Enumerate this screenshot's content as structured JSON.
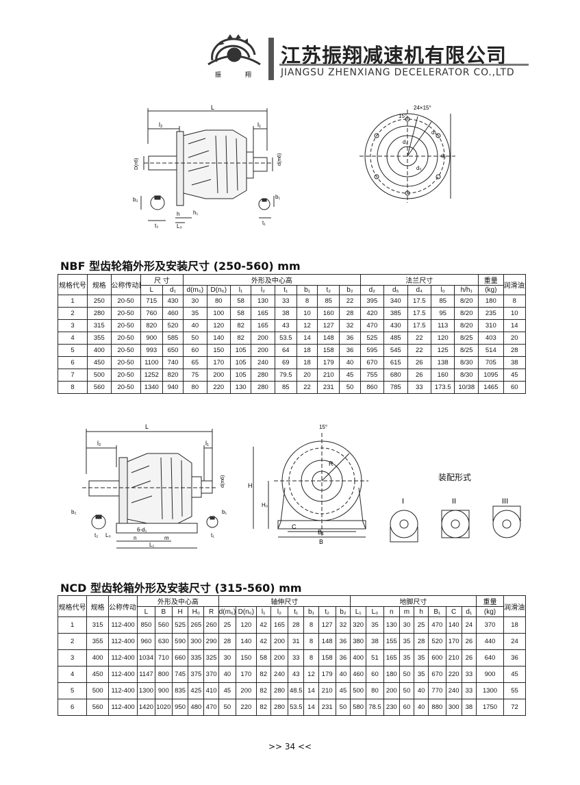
{
  "company": {
    "name_cn": "江苏振翔减速机有限公司",
    "name_en": "JIANGSU ZHENXIANG DECELERATOR CO.,LTD",
    "logo_chars": [
      "振",
      "翔"
    ]
  },
  "drawing1": {
    "L": "L",
    "l2": "l₂",
    "l1": "l₁",
    "D": "D(n6)",
    "d": "d(m6)",
    "b2": "b₂",
    "t2": "t₂",
    "h": "h",
    "L0": "L₀",
    "h1": "h₁",
    "b1": "b₁",
    "t1": "t₁",
    "angle_a": "15°",
    "angle_b": "24×15°",
    "d4": "d₄",
    "d5": "d₅",
    "d2": "d₂",
    "d1": "d₁"
  },
  "table1": {
    "title": "NBF 型齿轮箱外形及安装尺寸 (250-560) mm",
    "groups": [
      "规格代号",
      "规格",
      "公称传动比",
      "尺 寸",
      "外形及中心高",
      "法兰尺寸",
      "重量",
      "润滑油量"
    ],
    "weight_unit": "(kg)",
    "subheaders": [
      "L",
      "d₁",
      "d(m₆)",
      "D(n₆)",
      "l₁",
      "l₂",
      "t₁",
      "b₁",
      "t₂",
      "b₂",
      "d₂",
      "d₅",
      "d₄",
      "l₀",
      "h/h₁"
    ],
    "rows": [
      [
        "1",
        "250",
        "20-50",
        "715",
        "430",
        "30",
        "80",
        "58",
        "130",
        "33",
        "8",
        "85",
        "22",
        "395",
        "340",
        "17.5",
        "85",
        "8/20",
        "180",
        "8"
      ],
      [
        "2",
        "280",
        "20-50",
        "760",
        "460",
        "35",
        "100",
        "58",
        "165",
        "38",
        "10",
        "160",
        "28",
        "420",
        "385",
        "17.5",
        "95",
        "8/20",
        "235",
        "10"
      ],
      [
        "3",
        "315",
        "20-50",
        "820",
        "520",
        "40",
        "120",
        "82",
        "165",
        "43",
        "12",
        "127",
        "32",
        "470",
        "430",
        "17.5",
        "113",
        "8/20",
        "310",
        "14"
      ],
      [
        "4",
        "355",
        "20-50",
        "900",
        "585",
        "50",
        "140",
        "82",
        "200",
        "53.5",
        "14",
        "148",
        "36",
        "525",
        "485",
        "22",
        "120",
        "8/25",
        "403",
        "20"
      ],
      [
        "5",
        "400",
        "20-50",
        "993",
        "650",
        "60",
        "150",
        "105",
        "200",
        "64",
        "18",
        "158",
        "36",
        "595",
        "545",
        "22",
        "125",
        "8/25",
        "514",
        "28"
      ],
      [
        "6",
        "450",
        "20-50",
        "1100",
        "740",
        "65",
        "170",
        "105",
        "240",
        "69",
        "18",
        "179",
        "40",
        "670",
        "615",
        "26",
        "138",
        "8/30",
        "705",
        "38"
      ],
      [
        "7",
        "500",
        "20-50",
        "1252",
        "820",
        "75",
        "200",
        "105",
        "280",
        "79.5",
        "20",
        "210",
        "45",
        "755",
        "680",
        "26",
        "160",
        "8/30",
        "1095",
        "45"
      ],
      [
        "8",
        "560",
        "20-50",
        "1340",
        "940",
        "80",
        "220",
        "130",
        "280",
        "85",
        "22",
        "231",
        "50",
        "860",
        "785",
        "33",
        "173.5",
        "10/38",
        "1465",
        "60"
      ]
    ]
  },
  "drawing2": {
    "L": "L",
    "l2": "l₂",
    "l1": "l₁",
    "d": "d(m6)",
    "b2": "b₂",
    "t2": "t₂",
    "L0": "L₀",
    "n": "n",
    "m": "m",
    "L1": "L₁",
    "bolt": "6-d₁",
    "b1": "b₁",
    "t1": "t₁",
    "angle": "15°",
    "R": "R",
    "H": "H",
    "H0": "H₀",
    "C": "C",
    "B1": "B₁",
    "B": "B",
    "assembly_title": "装配形式",
    "forms": [
      "I",
      "II",
      "III"
    ]
  },
  "table2": {
    "title": "NCD 型齿轮箱外形及安装尺寸 (315-560) mm",
    "groups": [
      "规格代号",
      "规格",
      "公称传动比",
      "外形及中心高",
      "轴伸尺寸",
      "地脚尺寸",
      "重量",
      "润滑油量"
    ],
    "weight_unit": "(kg)",
    "subheaders": [
      "L",
      "B",
      "H",
      "H₀",
      "R",
      "d(m₆)",
      "D(n₆)",
      "l₁",
      "l₂",
      "t₁",
      "b₁",
      "t₂",
      "b₂",
      "L₁",
      "L₀",
      "n",
      "m",
      "h",
      "B₁",
      "C",
      "d₁"
    ],
    "rows": [
      [
        "1",
        "315",
        "112-400",
        "850",
        "560",
        "525",
        "265",
        "260",
        "25",
        "120",
        "42",
        "165",
        "28",
        "8",
        "127",
        "32",
        "320",
        "35",
        "130",
        "30",
        "25",
        "470",
        "140",
        "24",
        "370",
        "18"
      ],
      [
        "2",
        "355",
        "112-400",
        "960",
        "630",
        "590",
        "300",
        "290",
        "28",
        "140",
        "42",
        "200",
        "31",
        "8",
        "148",
        "36",
        "380",
        "38",
        "155",
        "35",
        "28",
        "520",
        "170",
        "26",
        "440",
        "24"
      ],
      [
        "3",
        "400",
        "112-400",
        "1034",
        "710",
        "660",
        "335",
        "325",
        "30",
        "150",
        "58",
        "200",
        "33",
        "8",
        "158",
        "36",
        "400",
        "51",
        "165",
        "35",
        "35",
        "600",
        "210",
        "26",
        "640",
        "36"
      ],
      [
        "4",
        "450",
        "112-400",
        "1147",
        "800",
        "745",
        "375",
        "370",
        "40",
        "170",
        "82",
        "240",
        "43",
        "12",
        "179",
        "40",
        "460",
        "60",
        "180",
        "50",
        "35",
        "670",
        "220",
        "33",
        "900",
        "45"
      ],
      [
        "5",
        "500",
        "112-400",
        "1300",
        "900",
        "835",
        "425",
        "410",
        "45",
        "200",
        "82",
        "280",
        "48.5",
        "14",
        "210",
        "45",
        "500",
        "80",
        "200",
        "50",
        "40",
        "770",
        "240",
        "33",
        "1300",
        "55"
      ],
      [
        "6",
        "560",
        "112-400",
        "1420",
        "1020",
        "950",
        "480",
        "470",
        "50",
        "220",
        "82",
        "280",
        "53.5",
        "14",
        "231",
        "50",
        "580",
        "78.5",
        "230",
        "60",
        "40",
        "880",
        "300",
        "38",
        "1750",
        "72"
      ]
    ]
  },
  "page_number": ">> 34 <<"
}
